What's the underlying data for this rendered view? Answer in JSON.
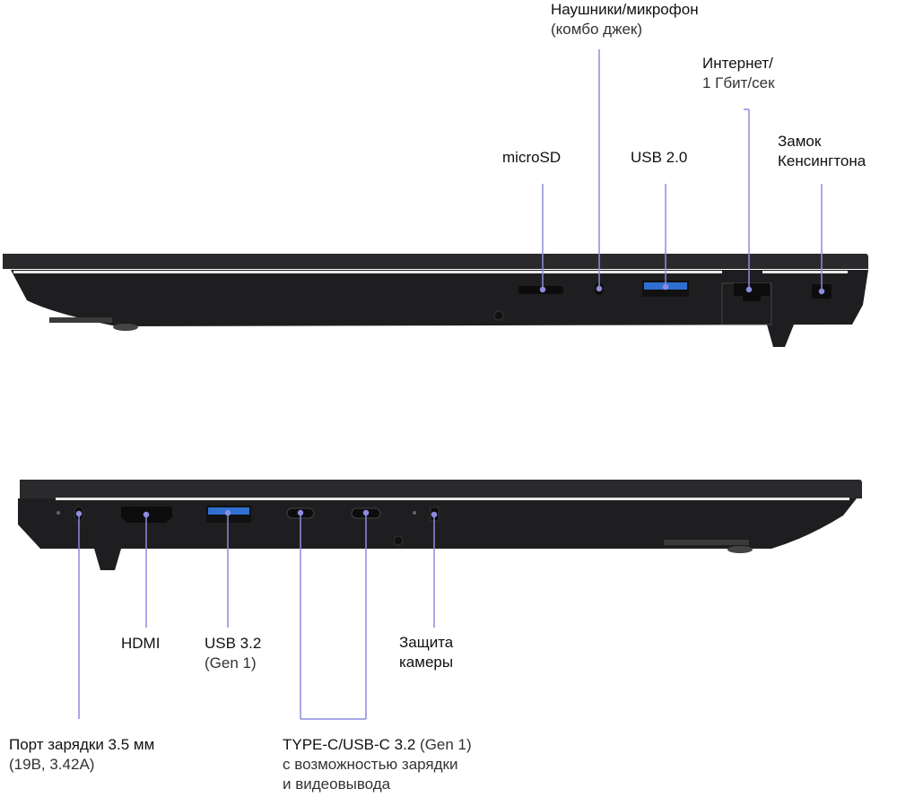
{
  "labels": {
    "headphones": {
      "line1": "Наушники/микрофон",
      "line2": "(комбо джек)"
    },
    "internet": {
      "line1": "Интернет/",
      "line2": "1 Гбит/сек"
    },
    "microsd": {
      "line1": "microSD"
    },
    "usb2": {
      "line1": "USB 2.0"
    },
    "kensington": {
      "line1": "Замок",
      "line2": "Кенсингтона"
    },
    "hdmi": {
      "line1": "HDMI"
    },
    "usb32": {
      "line1": "USB 3.2",
      "line2": "(Gen 1)"
    },
    "camera": {
      "line1": "Защита",
      "line2": "камеры"
    },
    "charging": {
      "line1": "Порт зарядки 3.5 мм",
      "line2": "(19В, 3.42А)"
    },
    "typec": {
      "line1": "TYPE-C/USB-C 3.2",
      "line1_suffix": " (Gen 1)",
      "line2": "с возможностью зарядки",
      "line3": "и видеовывода"
    }
  },
  "colors": {
    "leader": "#8c8ce0",
    "body": "#1e1e20",
    "lid": "#2a2a2c",
    "usb_blue": "#2f6fd0"
  }
}
